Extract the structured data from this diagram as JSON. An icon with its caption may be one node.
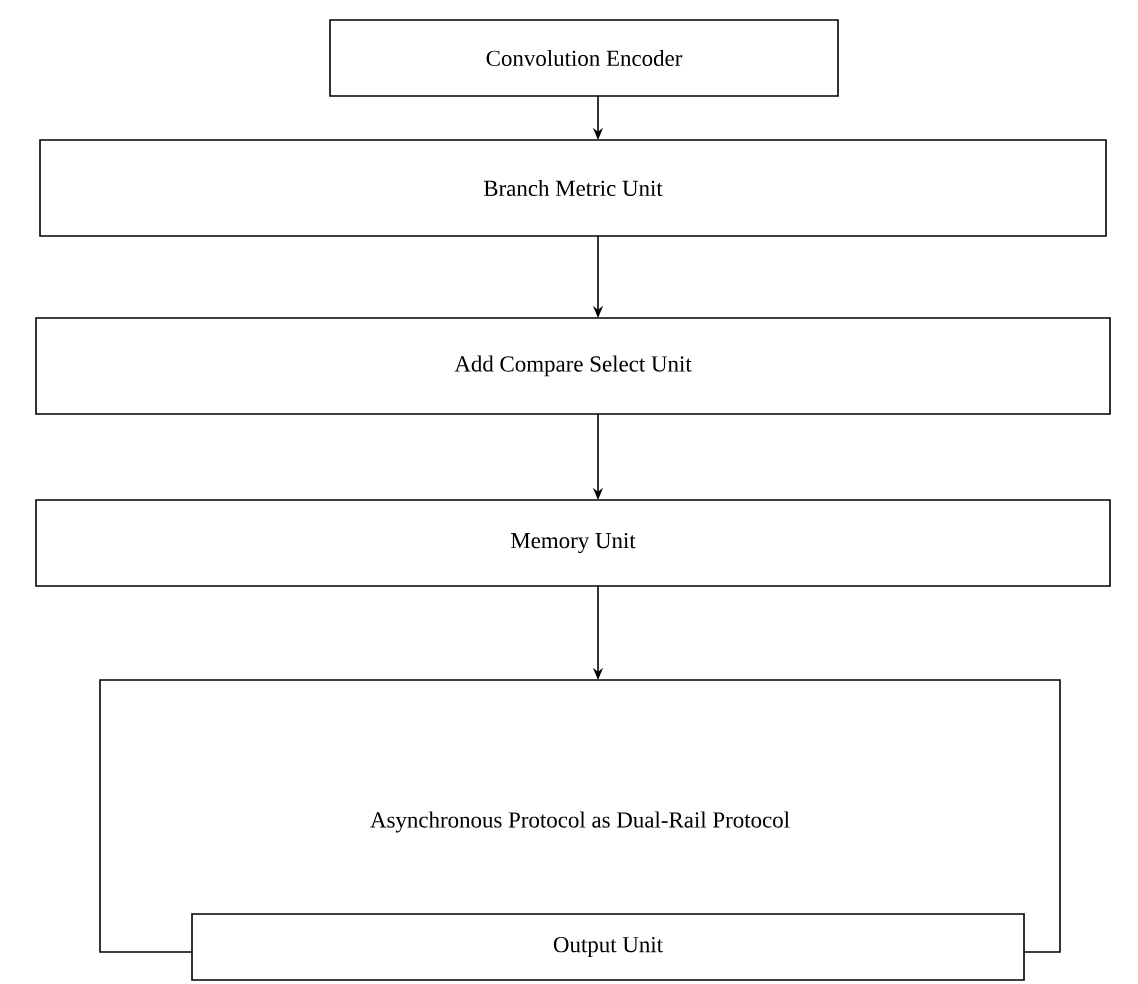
{
  "diagram": {
    "nodes": [
      {
        "text": [
          "Convolution Encoder"
        ]
      },
      {
        "text": [
          "Branch Metric Unit"
        ]
      },
      {
        "text": [
          "Add Compare Select Unit"
        ]
      },
      {
        "text": [
          "Memory Unit"
        ]
      },
      {
        "text": [
          "Asynchronous Protocol as Dual-Rail Protocol"
        ]
      },
      {
        "text": [
          "Output Unit"
        ]
      }
    ],
    "edges": [
      {
        "from": 0,
        "to": 1,
        "arrow": "to"
      },
      {
        "from": 1,
        "to": 2,
        "arrow": "to"
      },
      {
        "from": 2,
        "to": 3,
        "arrow": "to"
      },
      {
        "from": 3,
        "to": 4,
        "arrow": "to"
      }
    ]
  }
}
